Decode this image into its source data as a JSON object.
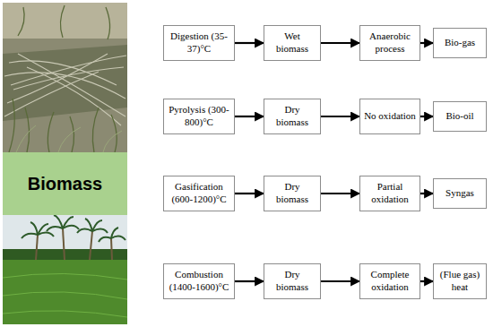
{
  "diagram": {
    "nodes": [
      {
        "text": [
          "Biomass"
        ]
      },
      {
        "text": [
          "Digestion (35-37)°C"
        ]
      },
      {
        "text": [
          "Wet biomass"
        ]
      },
      {
        "text": [
          "Anaerobic process"
        ]
      },
      {
        "text": [
          "Bio-gas"
        ]
      },
      {
        "text": [
          "Pyrolysis (300-800)°C"
        ]
      },
      {
        "text": [
          "Dry biomass"
        ]
      },
      {
        "text": [
          "No oxidation"
        ]
      },
      {
        "text": [
          "Bio-oil"
        ]
      },
      {
        "text": [
          "Gasification (600-1200)°C"
        ]
      },
      {
        "text": [
          "Dry biomass"
        ]
      },
      {
        "text": [
          "Partial oxidation"
        ]
      },
      {
        "text": [
          "Syngas"
        ]
      },
      {
        "text": [
          "Combustion (1400-1600)°C"
        ]
      },
      {
        "text": [
          "Dry biomass"
        ]
      },
      {
        "text": [
          "Complete oxidation"
        ]
      },
      {
        "text": [
          "(Flue gas) heat"
        ]
      }
    ],
    "edges": [
      {
        "from": 1,
        "to": 2,
        "arrow": "to"
      },
      {
        "from": 2,
        "to": 3,
        "arrow": "to"
      },
      {
        "from": 3,
        "to": 4,
        "arrow": "to"
      },
      {
        "from": 5,
        "to": 6,
        "arrow": "to"
      },
      {
        "from": 6,
        "to": 7,
        "arrow": "to"
      },
      {
        "from": 7,
        "to": 8,
        "arrow": "to"
      },
      {
        "from": 9,
        "to": 10,
        "arrow": "to"
      },
      {
        "from": 10,
        "to": 11,
        "arrow": "to"
      },
      {
        "from": 11,
        "to": 12,
        "arrow": "to"
      },
      {
        "from": 13,
        "to": 14,
        "arrow": "to"
      },
      {
        "from": 14,
        "to": 15,
        "arrow": "to"
      },
      {
        "from": 15,
        "to": 16,
        "arrow": "to"
      }
    ]
  }
}
